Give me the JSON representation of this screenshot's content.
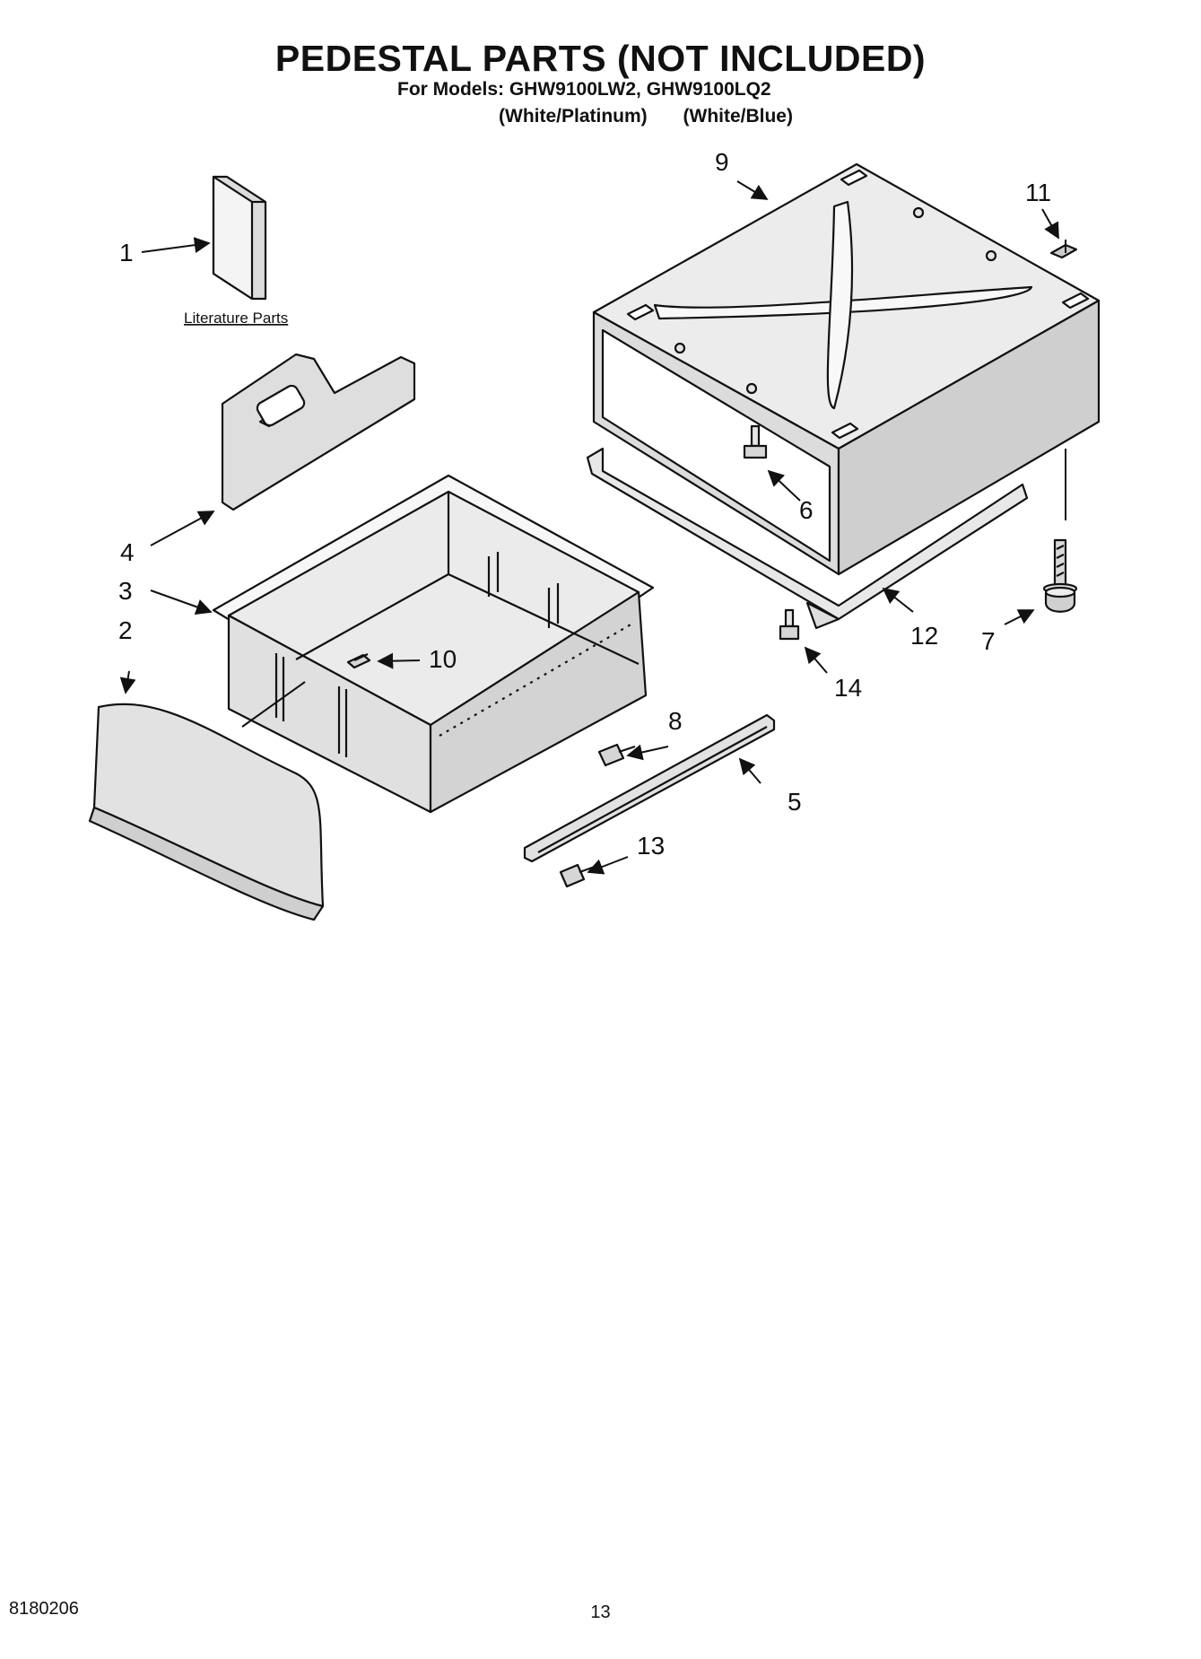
{
  "header": {
    "title": "PEDESTAL PARTS (NOT INCLUDED)",
    "models_line": "For Models: GHW9100LW2, GHW9100LQ2",
    "variants": [
      "(White/Platinum)",
      "(White/Blue)"
    ]
  },
  "diagram": {
    "literature_label": "Literature Parts",
    "callouts": [
      "1",
      "2",
      "3",
      "4",
      "5",
      "6",
      "7",
      "8",
      "9",
      "10",
      "11",
      "12",
      "13",
      "14"
    ]
  },
  "footer": {
    "doc_number": "8180206",
    "page_number": "13"
  }
}
